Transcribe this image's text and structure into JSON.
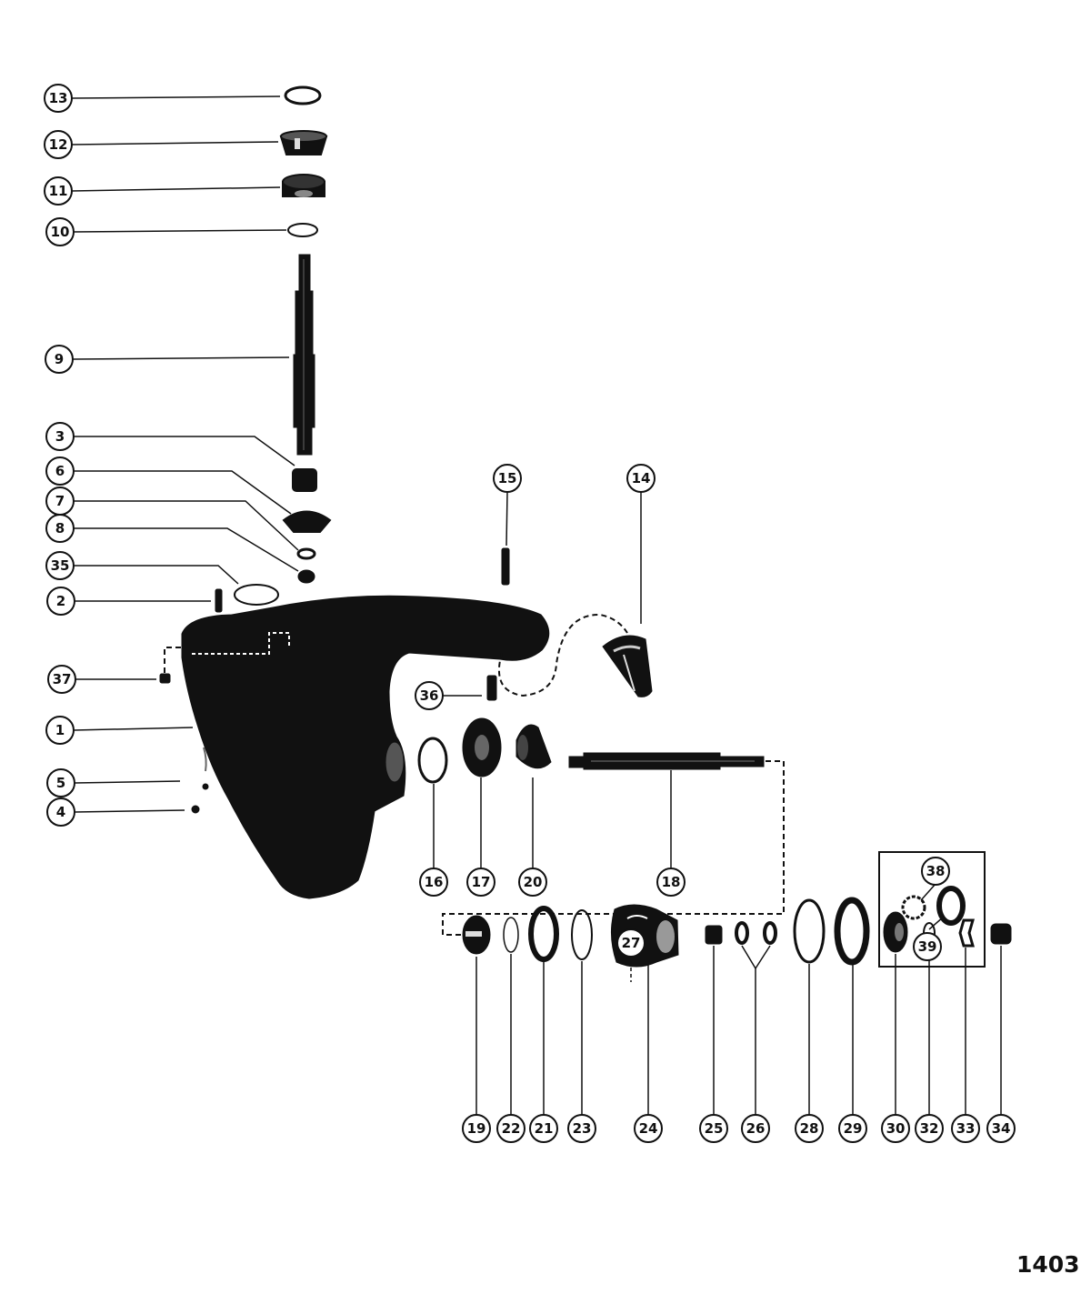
{
  "figure": {
    "number": "1403"
  },
  "callouts": [
    {
      "id": "c13",
      "label": "13"
    },
    {
      "id": "c12",
      "label": "12"
    },
    {
      "id": "c11",
      "label": "11"
    },
    {
      "id": "c10",
      "label": "10"
    },
    {
      "id": "c9",
      "label": "9"
    },
    {
      "id": "c3",
      "label": "3"
    },
    {
      "id": "c6",
      "label": "6"
    },
    {
      "id": "c7",
      "label": "7"
    },
    {
      "id": "c8",
      "label": "8"
    },
    {
      "id": "c35",
      "label": "35"
    },
    {
      "id": "c2",
      "label": "2"
    },
    {
      "id": "c37",
      "label": "37"
    },
    {
      "id": "c1",
      "label": "1"
    },
    {
      "id": "c5",
      "label": "5"
    },
    {
      "id": "c4",
      "label": "4"
    },
    {
      "id": "c15",
      "label": "15"
    },
    {
      "id": "c14",
      "label": "14"
    },
    {
      "id": "c36",
      "label": "36"
    },
    {
      "id": "c16",
      "label": "16"
    },
    {
      "id": "c17",
      "label": "17"
    },
    {
      "id": "c20",
      "label": "20"
    },
    {
      "id": "c18",
      "label": "18"
    },
    {
      "id": "c38",
      "label": "38"
    },
    {
      "id": "c39",
      "label": "39"
    },
    {
      "id": "c27",
      "label": "27"
    },
    {
      "id": "c19",
      "label": "19"
    },
    {
      "id": "c22",
      "label": "22"
    },
    {
      "id": "c21",
      "label": "21"
    },
    {
      "id": "c23",
      "label": "23"
    },
    {
      "id": "c24",
      "label": "24"
    },
    {
      "id": "c25",
      "label": "25"
    },
    {
      "id": "c26",
      "label": "26"
    },
    {
      "id": "c28",
      "label": "28"
    },
    {
      "id": "c29",
      "label": "29"
    },
    {
      "id": "c30",
      "label": "30"
    },
    {
      "id": "c32",
      "label": "32"
    },
    {
      "id": "c33",
      "label": "33"
    },
    {
      "id": "c34",
      "label": "34"
    }
  ]
}
